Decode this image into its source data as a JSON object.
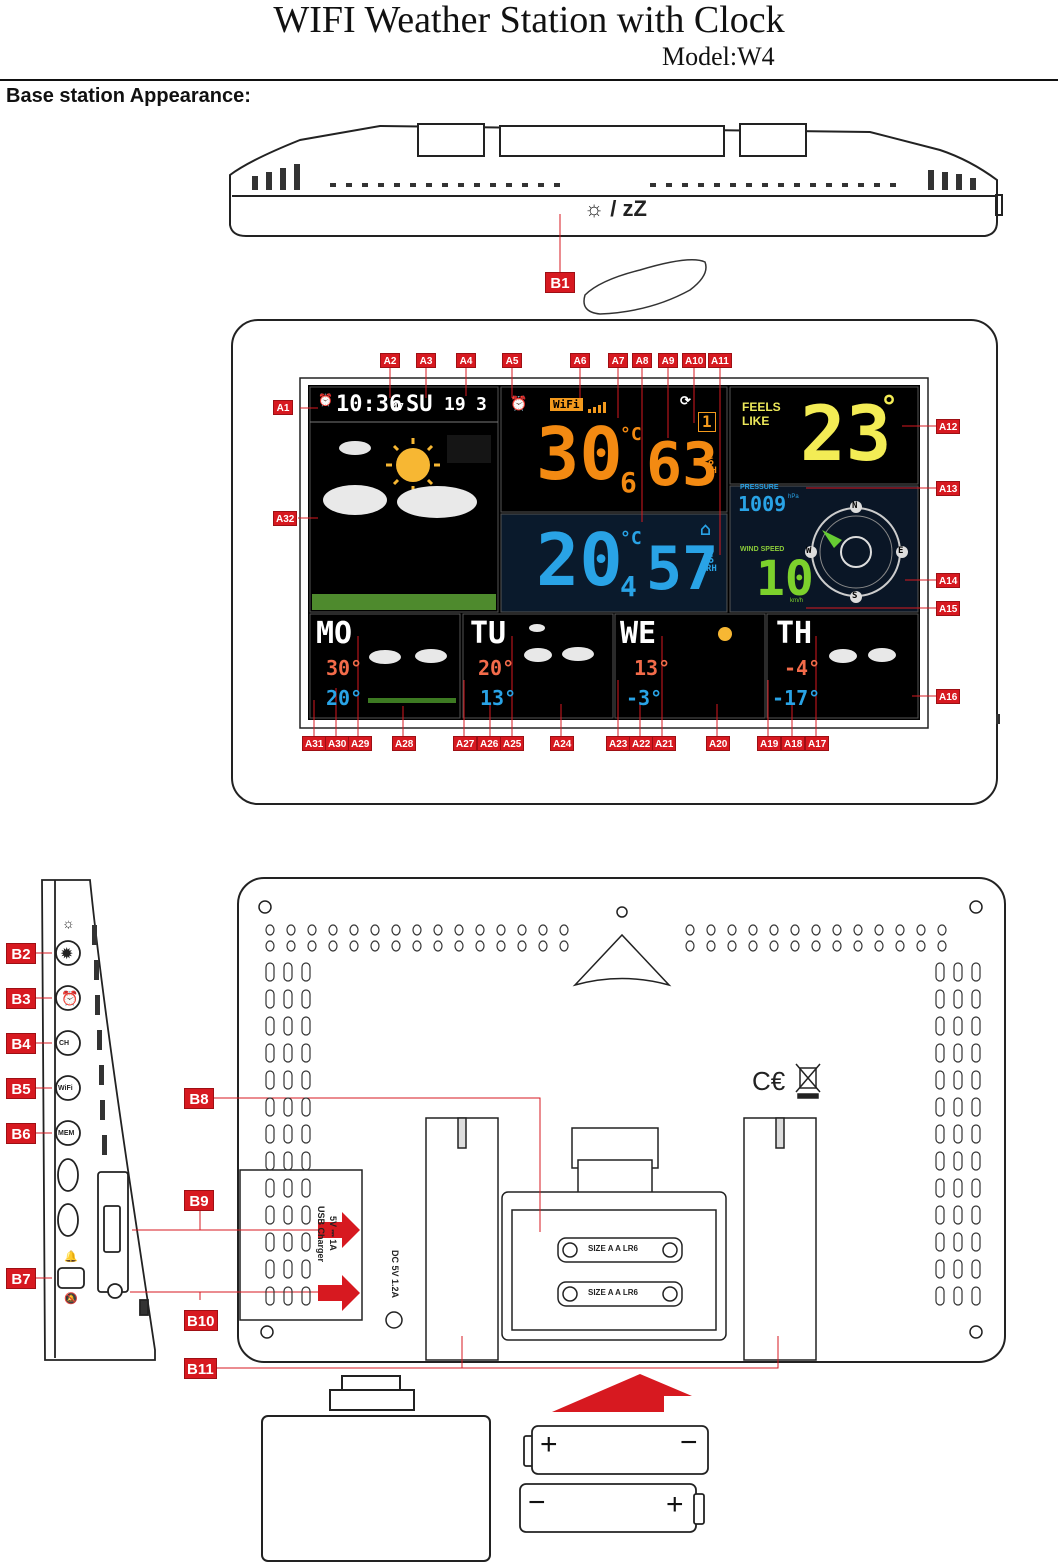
{
  "title": "WIFI Weather Station with Clock",
  "model": "Model:W4",
  "section_heading": "Base station Appearance:",
  "top_view": {
    "button_icon_text": "☼ / zZ"
  },
  "lcd": {
    "time": "10:36",
    "seconds": "47",
    "day": "SU",
    "date_day": "19",
    "date_month": "3",
    "wifi": "WiFi",
    "outdoor_temp": "30",
    "outdoor_temp_dec": "6",
    "temp_unit": "°C",
    "outdoor_hum": "63",
    "hum_unit": "%",
    "hum_sub": "RH",
    "channel": "1",
    "indoor_temp": "20",
    "indoor_temp_dec": "4",
    "indoor_hum": "57",
    "feels_like_label": "FEELS LIKE",
    "feels_like_value": "23",
    "feels_like_unit": "°",
    "pressure_label": "PRESSURE",
    "pressure_value": "1009",
    "pressure_unit": "hPa",
    "wind_label": "WIND SPEED",
    "wind_value": "10",
    "wind_unit": "km/h",
    "compass": [
      "N",
      "E",
      "S",
      "W"
    ],
    "forecast": [
      {
        "day": "MO",
        "high": "30°",
        "low": "20°"
      },
      {
        "day": "TU",
        "high": "20°",
        "low": "13°"
      },
      {
        "day": "WE",
        "high": "13°",
        "low": "-3°"
      },
      {
        "day": "TH",
        "high": "-4°",
        "low": "-17°"
      }
    ]
  },
  "side_buttons": [
    "CH",
    "WiFi",
    "MEM"
  ],
  "rear": {
    "usb_label_1": "5V ⎓ 1A",
    "usb_label_2": "USB Charger",
    "dc_label": "DC 5V 1.2A",
    "battery_1": "SIZE A A LR6",
    "battery_2": "SIZE A A LR6"
  },
  "loose_batteries": {
    "plus": "+",
    "minus": "−"
  },
  "labels": {
    "A1": "A1",
    "A2": "A2",
    "A3": "A3",
    "A4": "A4",
    "A5": "A5",
    "A6": "A6",
    "A7": "A7",
    "A8": "A8",
    "A9": "A9",
    "A10": "A10",
    "A11": "A11",
    "A12": "A12",
    "A13": "A13",
    "A14": "A14",
    "A15": "A15",
    "A16": "A16",
    "A17": "A17",
    "A18": "A18",
    "A19": "A19",
    "A20": "A20",
    "A21": "A21",
    "A22": "A22",
    "A23": "A23",
    "A24": "A24",
    "A25": "A25",
    "A26": "A26",
    "A27": "A27",
    "A28": "A28",
    "A29": "A29",
    "A30": "A30",
    "A31": "A31",
    "A32": "A32",
    "B1": "B1",
    "B2": "B2",
    "B3": "B3",
    "B4": "B4",
    "B5": "B5",
    "B6": "B6",
    "B7": "B7",
    "B8": "B8",
    "B9": "B9",
    "B10": "B10",
    "B11": "B11"
  }
}
